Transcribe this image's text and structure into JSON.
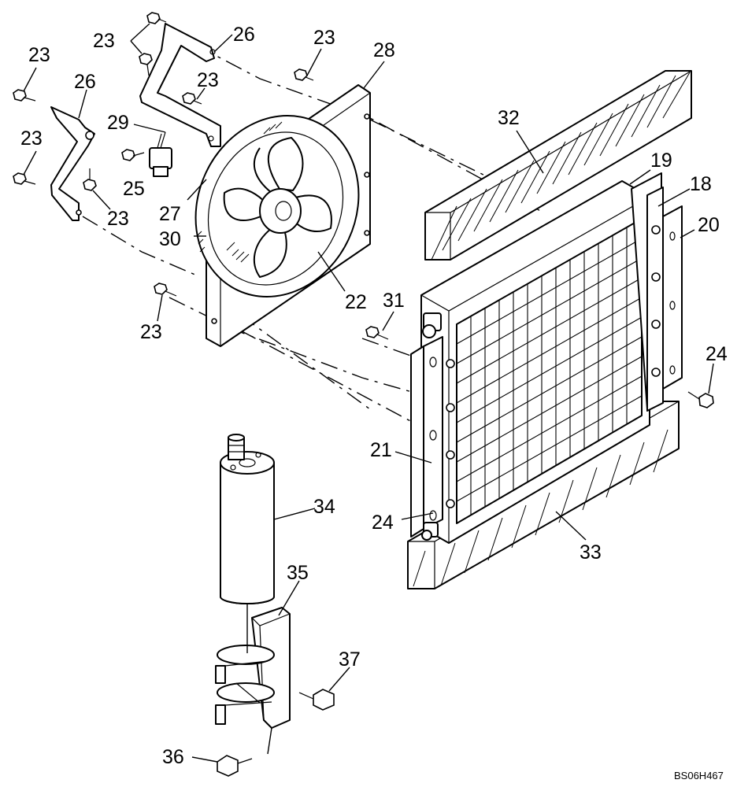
{
  "diagram": {
    "labels": {
      "l_23a": "23",
      "l_23b": "23",
      "l_23c": "23",
      "l_23d": "23",
      "l_23e": "23",
      "l_23f": "23",
      "l_23g": "23",
      "l_26a": "26",
      "l_26b": "26",
      "l_29": "29",
      "l_25": "25",
      "l_27": "27",
      "l_30": "30",
      "l_28": "28",
      "l_22": "22",
      "l_32": "32",
      "l_19": "19",
      "l_18": "18",
      "l_20": "20",
      "l_31": "31",
      "l_24a": "24",
      "l_24b": "24",
      "l_21": "21",
      "l_33": "33",
      "l_34": "34",
      "l_35": "35",
      "l_37": "37",
      "l_36": "36"
    },
    "reference_code": "BS06H467"
  }
}
